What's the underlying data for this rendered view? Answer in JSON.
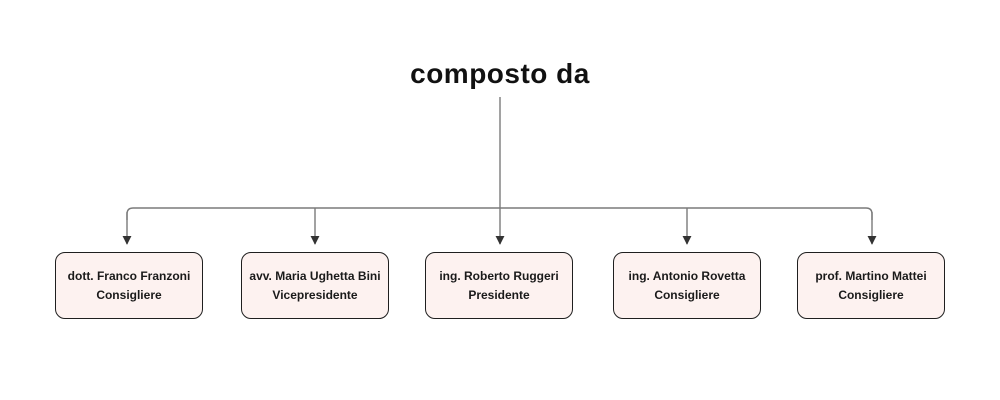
{
  "title": "composto da",
  "colors": {
    "background": "#ffffff",
    "box_fill": "#fdf2f0",
    "box_border": "#1f1f1f",
    "line": "#7a7a7a",
    "arrowhead": "#333333",
    "title_color": "#111111",
    "box_text": "#1a1a1a"
  },
  "nodes": [
    {
      "name": "dott. Franco Franzoni",
      "role": "Consigliere"
    },
    {
      "name": "avv. Maria Ughetta Bini",
      "role": "Vicepresidente"
    },
    {
      "name": "ing. Roberto Ruggeri",
      "role": "Presidente"
    },
    {
      "name": "ing. Antonio Rovetta",
      "role": "Consigliere"
    },
    {
      "name": "prof. Martino Mattei",
      "role": "Consigliere"
    }
  ]
}
